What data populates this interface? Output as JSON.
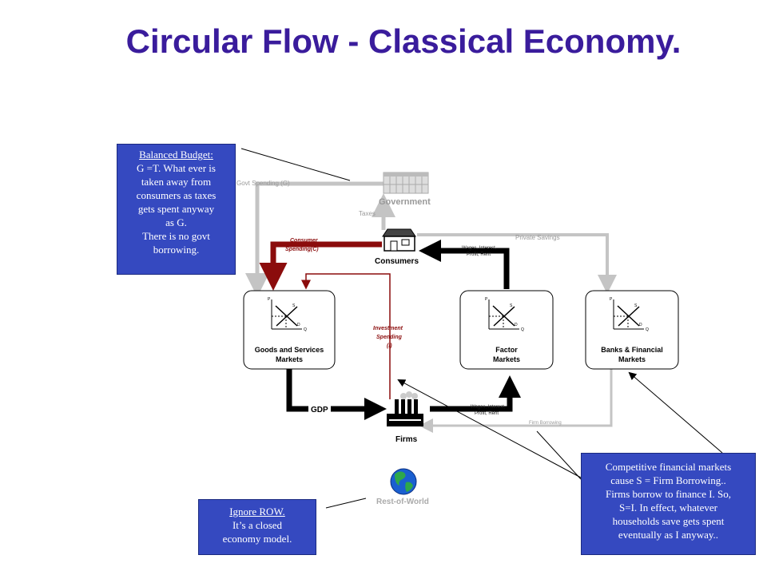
{
  "title": "Circular Flow - Classical Economy.",
  "colors": {
    "title": "#3a1c9c",
    "note_bg": "#3549c0",
    "dark_red": "#8b0c0c",
    "gray_flow": "#c4c4c4",
    "black_flow": "#000000"
  },
  "notes": {
    "budget": {
      "heading": "Balanced  Budget:",
      "line1": "G =T.  What ever is",
      "line2": "taken away from",
      "line3": "consumers as taxes",
      "line4": "gets spent anyway",
      "line5": "as G.",
      "line6": "There is no govt",
      "line7": "borrowing."
    },
    "row": {
      "heading": "Ignore ROW.",
      "line1": "It’s a closed",
      "line2": "economy model."
    },
    "finance": {
      "line1": "Competitive financial markets",
      "line2": "cause S = Firm  Borrowing..",
      "line3": "Firms borrow to finance I. So,",
      "line4": "S=I. In effect, whatever",
      "line5": "households save gets spent",
      "line6": "eventually as I anyway.."
    }
  },
  "diagram": {
    "government": "Government",
    "consumers": "Consumers",
    "firms": "Firms",
    "rest_of_world": "Rest-of-World",
    "govt_spending": "Govt Spending (G)",
    "taxes": "Taxes",
    "private_savings": "Private Savings",
    "consumer_spending_1": "Consumer",
    "consumer_spending_2": "Spending(C)",
    "investment_1": "Investment",
    "investment_2": "Spending",
    "investment_3": "(I)",
    "wages_top_1": "Wages, Interest,",
    "wages_top_2": "Profit, Rent",
    "wages_bottom_1": "Wages, Interest,",
    "wages_bottom_2": "Profit, Rent",
    "gdp": "GDP",
    "firm_borrowing": "Firm Borrowing",
    "goods_market_1": "Goods and Services",
    "goods_market_2": "Markets",
    "factor_market_1": "Factor",
    "factor_market_2": "Markets",
    "banks_market_1": "Banks & Financial",
    "banks_market_2": "Markets",
    "axis_p": "P",
    "axis_q": "Q",
    "curve_s": "S",
    "curve_d": "D"
  }
}
